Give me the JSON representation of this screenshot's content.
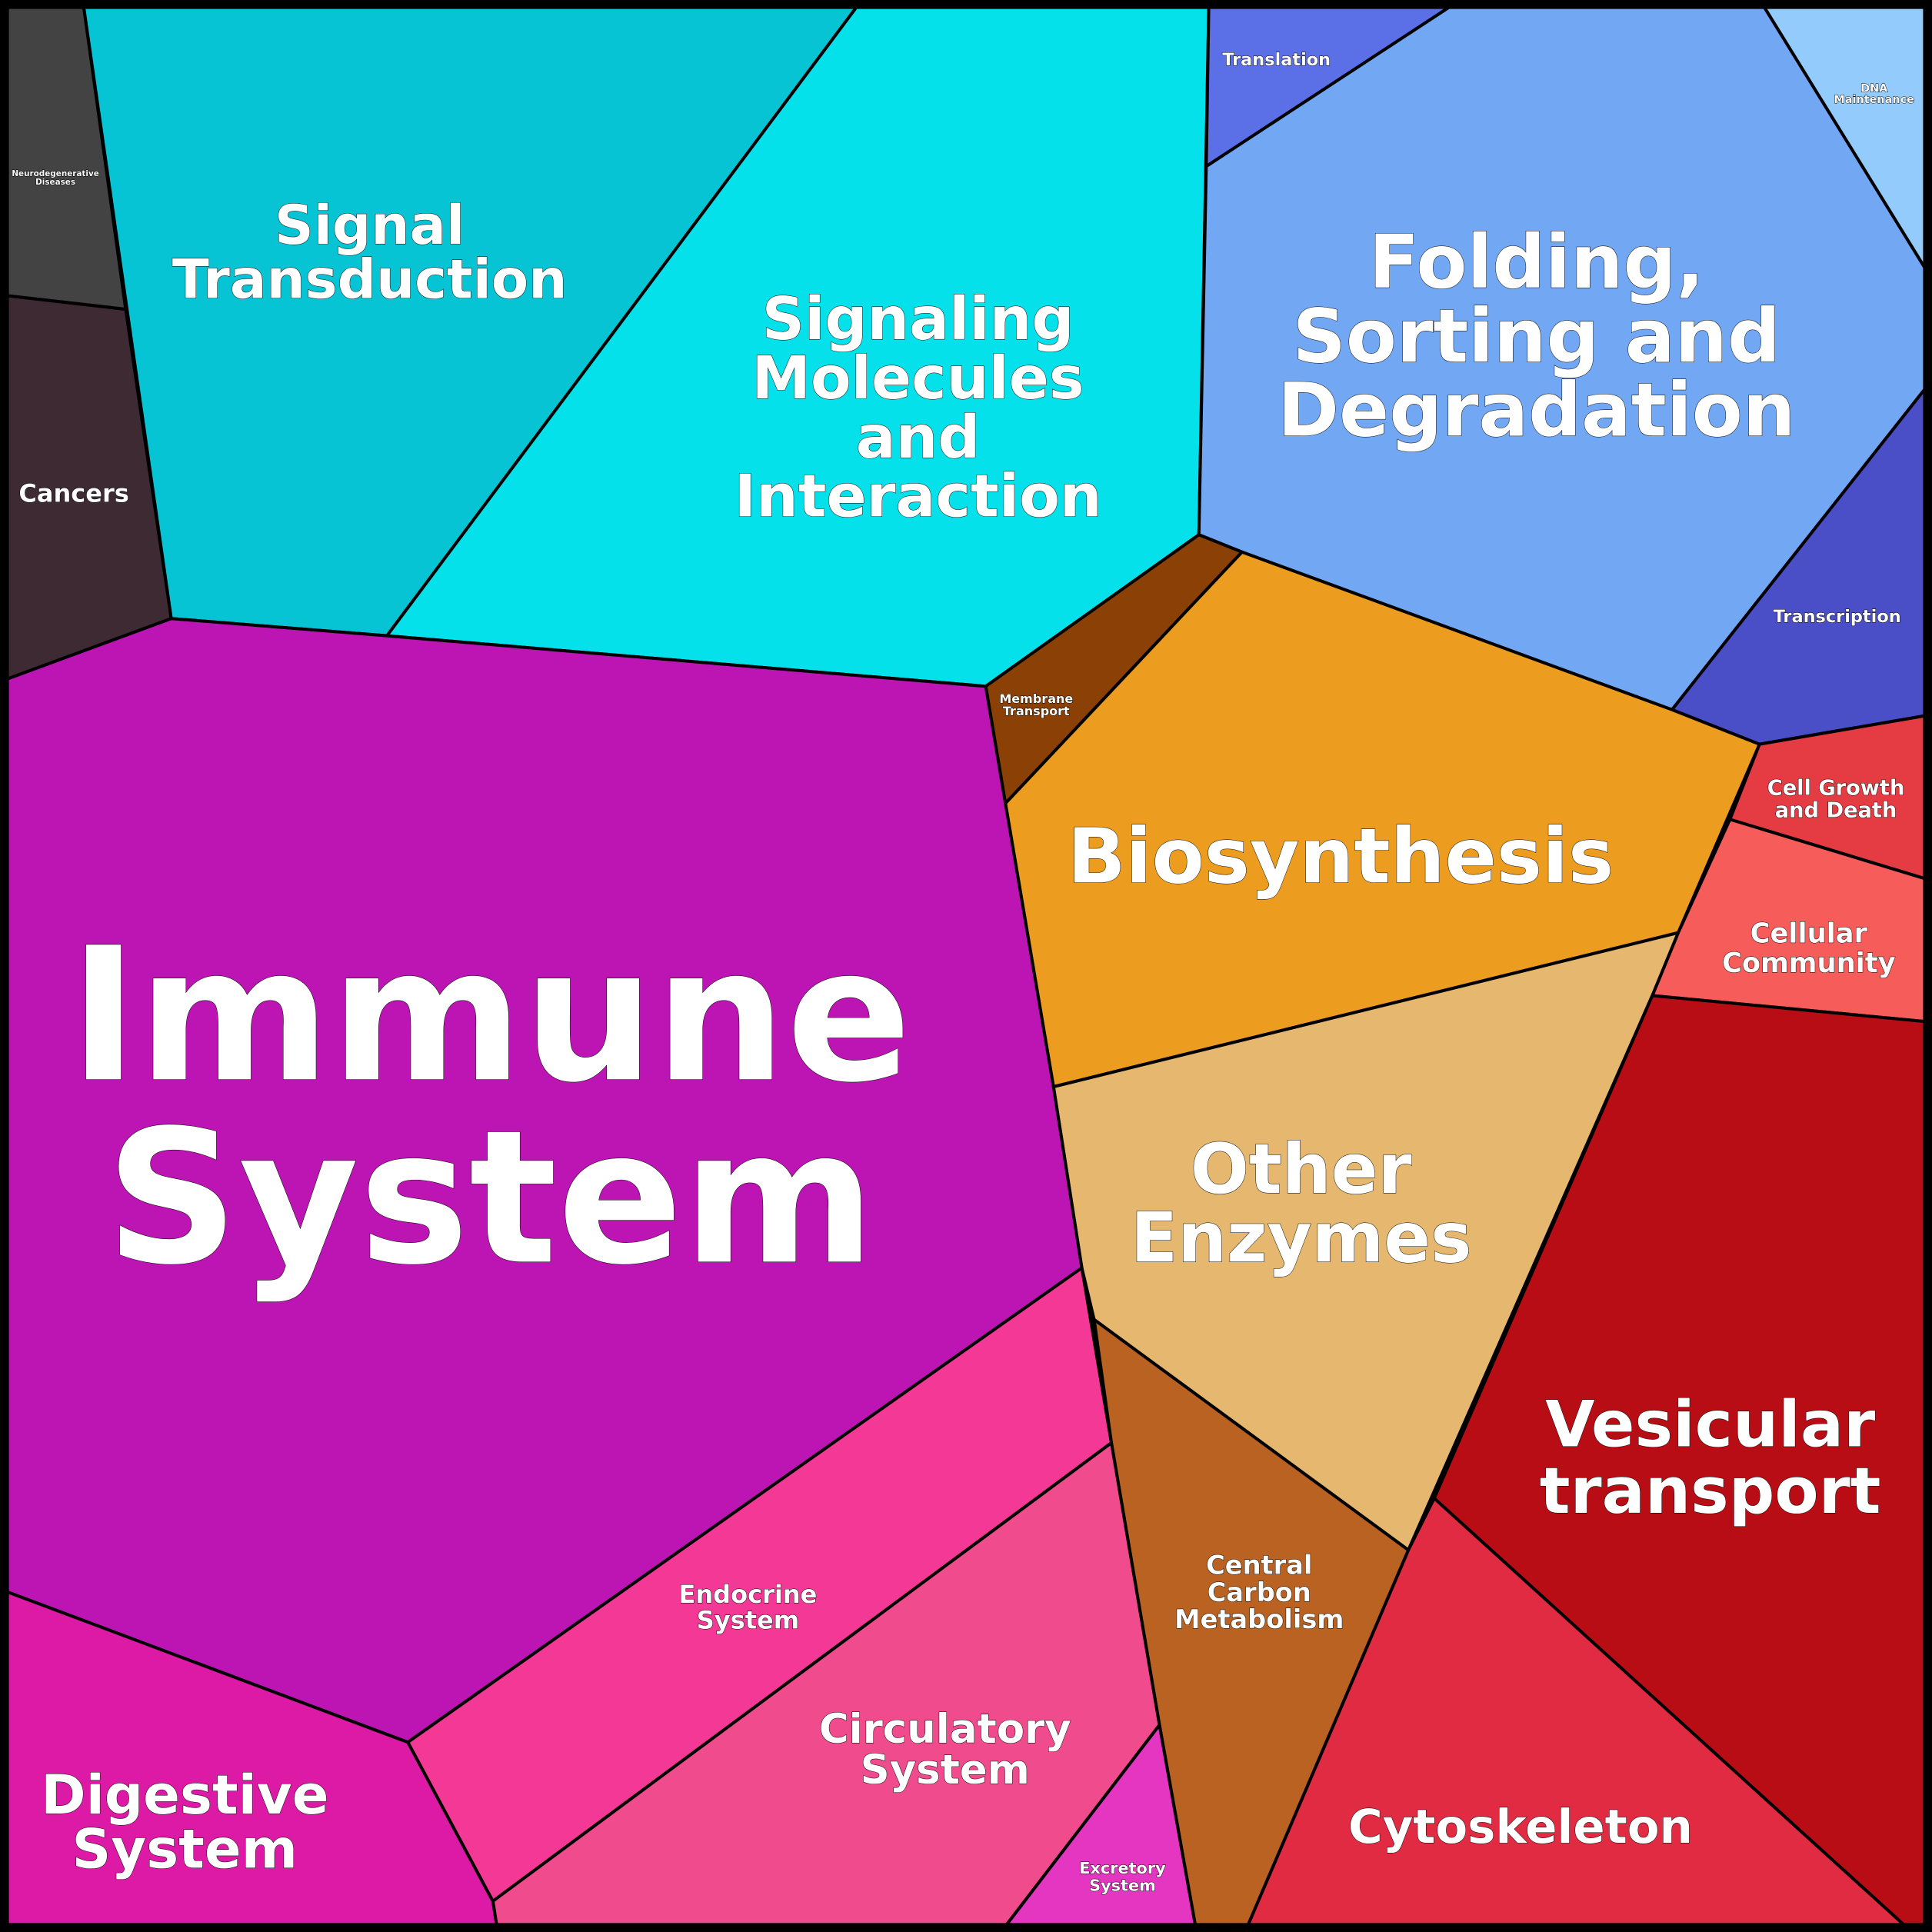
{
  "chart_data": {
    "type": "voronoi-treemap",
    "cells": [
      {
        "name": "Neurodegenerative Diseases",
        "lines": [
          "Neurodegenerative",
          "Diseases"
        ],
        "color": "#434343"
      },
      {
        "name": "Cancers",
        "lines": [
          "Cancers"
        ],
        "color": "#3d2a33"
      },
      {
        "name": "Signal Transduction",
        "lines": [
          "Signal",
          "Transduction"
        ],
        "color": "#06c4d4"
      },
      {
        "name": "Signaling Molecules and Interaction",
        "lines": [
          "Signaling",
          "Molecules",
          "and",
          "Interaction"
        ],
        "color": "#05e1ea"
      },
      {
        "name": "Translation",
        "lines": [
          "Translation"
        ],
        "color": "#5b6fe6"
      },
      {
        "name": "Folding, Sorting and Degradation",
        "lines": [
          "Folding,",
          "Sorting and",
          "Degradation"
        ],
        "color": "#72a8f3"
      },
      {
        "name": "DNA Maintenance",
        "lines": [
          "DNA",
          "Maintenance"
        ],
        "color": "#93cbfc"
      },
      {
        "name": "Transcription",
        "lines": [
          "Transcription"
        ],
        "color": "#4a4fc8"
      },
      {
        "name": "Membrane Transport",
        "lines": [
          "Membrane",
          "Transport"
        ],
        "color": "#8b4005"
      },
      {
        "name": "Biosynthesis",
        "lines": [
          "Biosynthesis"
        ],
        "color": "#ec9c1f"
      },
      {
        "name": "Cell Growth and Death",
        "lines": [
          "Cell Growth",
          "and Death"
        ],
        "color": "#e53c44"
      },
      {
        "name": "Cellular Community",
        "lines": [
          "Cellular",
          "Community"
        ],
        "color": "#f65c59"
      },
      {
        "name": "Other Enzymes",
        "lines": [
          "Other",
          "Enzymes"
        ],
        "color": "#e5b76f"
      },
      {
        "name": "Vesicular transport",
        "lines": [
          "Vesicular",
          "transport"
        ],
        "color": "#b80d15"
      },
      {
        "name": "Cytoskeleton",
        "lines": [
          "Cytoskeleton"
        ],
        "color": "#e02b43"
      },
      {
        "name": "Central Carbon Metabolism",
        "lines": [
          "Central",
          "Carbon",
          "Metabolism"
        ],
        "color": "#b96222"
      },
      {
        "name": "Immune System",
        "lines": [
          "Immune",
          "System"
        ],
        "color": "#bc15b4"
      },
      {
        "name": "Endocrine System",
        "lines": [
          "Endocrine",
          "System"
        ],
        "color": "#f43896"
      },
      {
        "name": "Circulatory System",
        "lines": [
          "Circulatory",
          "System"
        ],
        "color": "#f04b8d"
      },
      {
        "name": "Excretory System",
        "lines": [
          "Excretory",
          "System"
        ],
        "color": "#e436c0"
      },
      {
        "name": "Digestive System",
        "lines": [
          "Digestive",
          "System"
        ],
        "color": "#dc1aa5"
      }
    ]
  }
}
